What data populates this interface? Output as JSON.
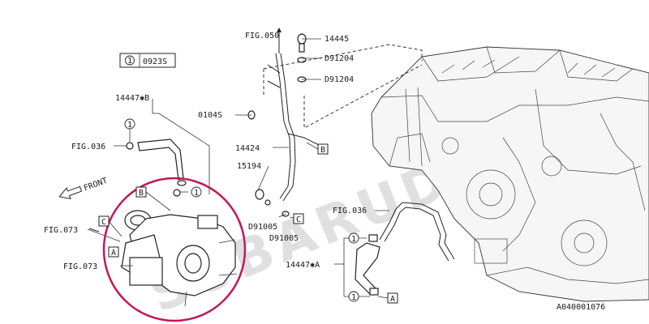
{
  "figure_ref_top": "FIG.050",
  "figure_ref_oil_feed": "FIG.036",
  "figure_ref_oil_return": "FIG.036",
  "figure_ref_exhaust_a": "FIG.073",
  "figure_ref_exhaust_b": "FIG.073",
  "front_indicator": "FRONT",
  "legend": {
    "marker": "1",
    "code": "0923S"
  },
  "parts": {
    "p14445": "14445",
    "p91204_a": "D91204",
    "p91204_b": "D91204",
    "p0104S": "0104S",
    "p14424": "14424",
    "p15194": "15194",
    "p91005_a": "D91005",
    "p91005_b": "D91005",
    "p14447B": "14447✱B",
    "p14447A": "14447✱A"
  },
  "callouts": {
    "A": "A",
    "B": "B",
    "C": "C"
  },
  "circle_marker": "1",
  "diagram_code": "A040001076",
  "watermark": "SUBARUDILY.cz",
  "highlight_color": "#c2185b"
}
